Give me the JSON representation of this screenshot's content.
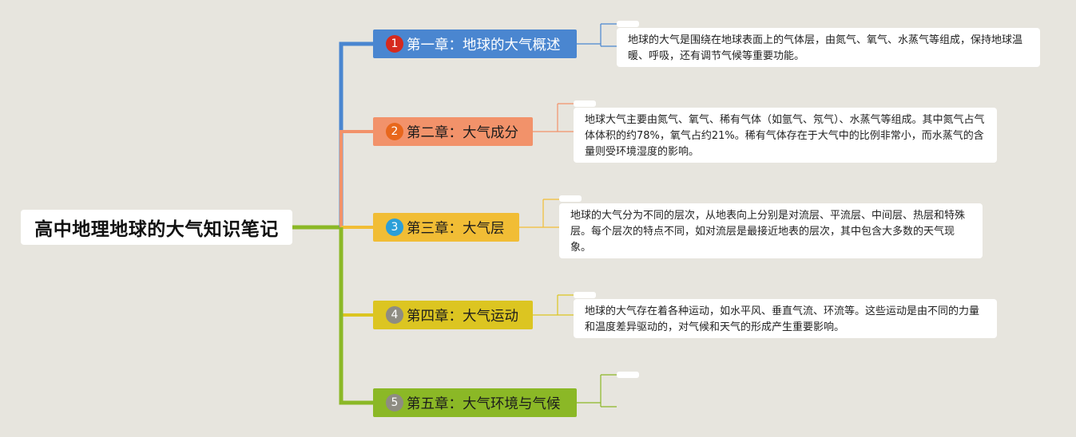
{
  "root": {
    "title": "高中地理地球的大气知识笔记"
  },
  "chapters": [
    {
      "number": "1",
      "label": "第一章：地球的大气概述",
      "color": "#4a86d0",
      "badge_color": "#d62a1e",
      "note": "地球的大气是围绕在地球表面上的气体层，由氮气、氧气、水蒸气等组成，保持地球温暖、呼吸，还有调节气候等重要功能。"
    },
    {
      "number": "2",
      "label": "第二章：大气成分",
      "color": "#f2926a",
      "badge_color": "#e8671c",
      "note": "地球大气主要由氮气、氧气、稀有气体（如氩气、氖气）、水蒸气等组成。其中氮气占气体体积的约78%，氧气占约21%。稀有气体存在于大气中的比例非常小，而水蒸气的含量则受环境湿度的影响。"
    },
    {
      "number": "3",
      "label": "第三章：大气层",
      "color": "#f1bd35",
      "badge_color": "#2c9fd8",
      "note": "地球的大气分为不同的层次，从地表向上分别是对流层、平流层、中间层、热层和特殊层。每个层次的特点不同，如对流层是最接近地表的层次，其中包含大多数的天气现象。"
    },
    {
      "number": "4",
      "label": "第四章：大气运动",
      "color": "#dcc521",
      "badge_color": "#8e8c82",
      "note": "地球的大气存在着各种运动，如水平风、垂直气流、环流等。这些运动是由不同的力量和温度差异驱动的，对气候和天气的形成产生重要影响。"
    },
    {
      "number": "5",
      "label": "第五章：大气环境与气候",
      "color": "#8bb826",
      "badge_color": "#8e8c82",
      "note": ""
    }
  ]
}
